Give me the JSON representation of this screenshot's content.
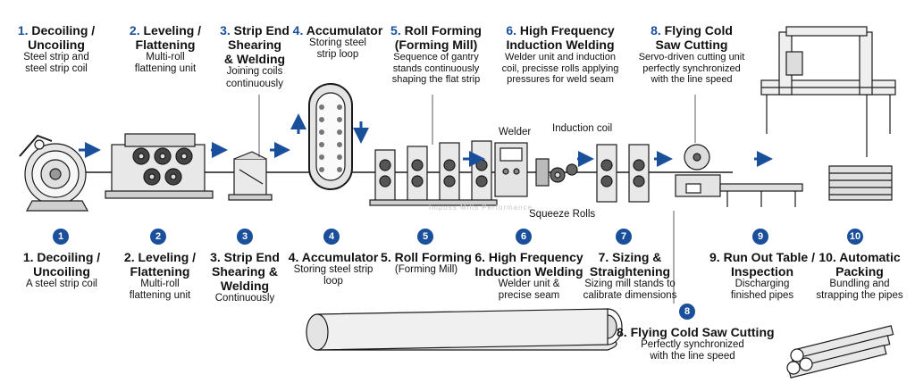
{
  "top_labels": [
    {
      "num": "1.",
      "title_a": "Decoiling /",
      "title_b": "Uncoiling",
      "sub_a": "Steel strip and",
      "sub_b": "steel strip coil",
      "sub_c": ""
    },
    {
      "num": "2.",
      "title_a": "Leveling /",
      "title_b": "Flattening",
      "sub_a": "Multi-roll",
      "sub_b": "flattening unit",
      "sub_c": ""
    },
    {
      "num": "3.",
      "title_a": "Strip End",
      "title_b": "Shearing",
      "title_c": "& Welding",
      "sub_a": "Joining coils",
      "sub_b": "continuously",
      "sub_c": ""
    },
    {
      "num": "4.",
      "title_a": "Accumulator",
      "title_b": "",
      "sub_a": "Storing steel",
      "sub_b": "strip loop",
      "sub_c": ""
    },
    {
      "num": "5.",
      "title_a": "Roll Forming",
      "title_b": "(Forming Mill)",
      "sub_a": "Sequence of gantry",
      "sub_b": "stands continuously",
      "sub_c": "shaping the flat strip"
    },
    {
      "num": "6.",
      "title_a": "High Frequency",
      "title_b": "Induction Welding",
      "sub_a": "Welder unit and induction",
      "sub_b": "coil, precisse rolls applying",
      "sub_c": "pressures for weld seam"
    },
    {
      "num": "8.",
      "title_a": "Flying Cold",
      "title_b": "Saw Cutting",
      "sub_a": "Servo-driven cutting unit",
      "sub_b": "perfectly synchronized",
      "sub_c": "with the line speed"
    }
  ],
  "callouts": {
    "welder": "Welder",
    "induction_coil": "Induction coil",
    "squeeze_rolls": "Squeeze Rolls"
  },
  "watermark": "Imposs Mills Performance",
  "bottom_labels": [
    {
      "badge": "1",
      "title_a": "1. Decoiling /",
      "title_b": "Uncoiling",
      "title_c": "",
      "sub_a": "A steel strip coil",
      "sub_b": ""
    },
    {
      "badge": "2",
      "title_a": "2. Leveling /",
      "title_b": "Flattening",
      "title_c": "",
      "sub_a": "Multi-roll",
      "sub_b": "flattening unit"
    },
    {
      "badge": "3",
      "title_a": "3. Strip End",
      "title_b": "Shearing &",
      "title_c": "Welding",
      "sub_a": "Continuously",
      "sub_b": ""
    },
    {
      "badge": "4",
      "title_a": "4. Accumulator",
      "title_b": "",
      "title_c": "",
      "sub_a": "Storing steel strip",
      "sub_b": "loop"
    },
    {
      "badge": "5",
      "title_a": "5. Roll Forming",
      "title_b": "",
      "title_c": "",
      "sub_a": "(Forming Mill)",
      "sub_b": ""
    },
    {
      "badge": "6",
      "title_a": "6. High Frequency",
      "title_b": "Induction Welding",
      "title_c": "",
      "sub_a": "Welder unit &",
      "sub_b": "precise seam"
    },
    {
      "badge": "7",
      "title_a": "7. Sizing &",
      "title_b": "Straightening",
      "title_c": "",
      "sub_a": "Sizing mill stands to",
      "sub_b": "calibrate dimensions"
    },
    {
      "badge": "9",
      "title_a": "9. Run Out Table /",
      "title_b": "Inspection",
      "title_c": "",
      "sub_a": "Discharging",
      "sub_b": "finished pipes"
    },
    {
      "badge": "10",
      "title_a": "10. Automatic",
      "title_b": "Packing",
      "title_c": "",
      "sub_a": "Bundling and",
      "sub_b": "strapping the pipes"
    }
  ],
  "saw_label": {
    "badge": "8",
    "title": "8. Flying Cold Saw Cutting",
    "sub_a": "Perfectly synchronized",
    "sub_b": "with the line speed"
  },
  "colors": {
    "accent": "#1a4f9c",
    "line": "#1a1a1a",
    "fill": "#f2f2f2"
  }
}
